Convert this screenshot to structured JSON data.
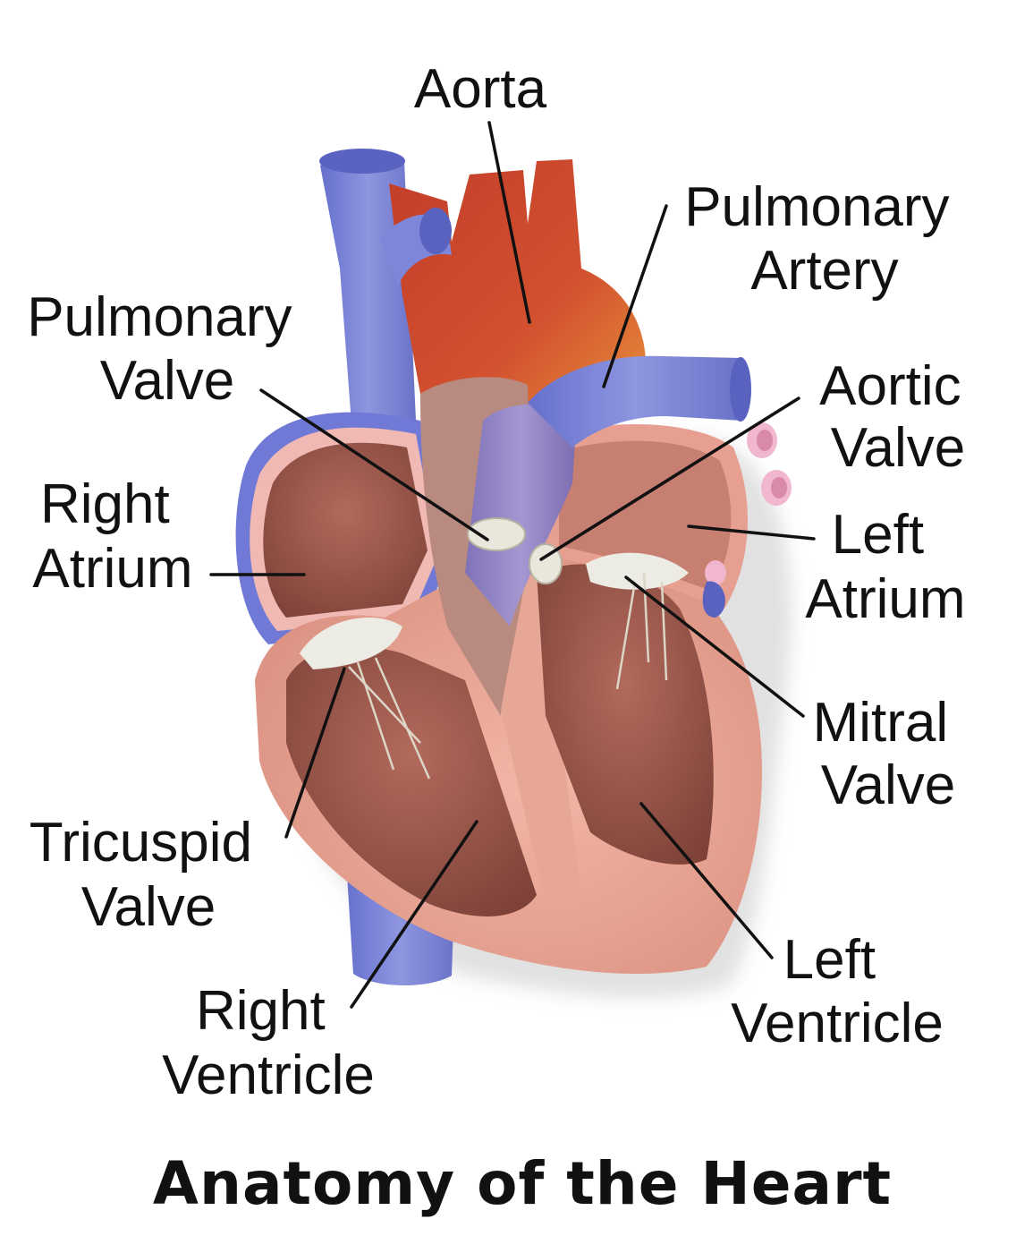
{
  "title": "Anatomy of the Heart",
  "labels": {
    "aorta": [
      "Aorta"
    ],
    "pulmonary_artery": [
      "Pulmonary",
      "Artery"
    ],
    "pulmonary_valve": [
      "Pulmonary",
      "Valve"
    ],
    "aortic_valve": [
      "Aortic",
      "Valve"
    ],
    "right_atrium": [
      "Right",
      "Atrium"
    ],
    "left_atrium": [
      "Left",
      "Atrium"
    ],
    "mitral_valve": [
      "Mitral",
      "Valve"
    ],
    "tricuspid_valve": [
      "Tricuspid",
      "Valve"
    ],
    "right_ventricle": [
      "Right",
      "Ventricle"
    ],
    "left_ventricle": [
      "Left",
      "Ventricle"
    ]
  },
  "colors": {
    "vein_blue": "#7d86d8",
    "vein_blue_dark": "#5a62c0",
    "aorta_red": "#c8462f",
    "aorta_orange": "#e07a2c",
    "muscle_pink": "#e8a394",
    "chamber_inner": "#a45c50",
    "chamber_dark": "#8a4a40",
    "valve_white": "#e9e6dc",
    "pulmonary_vein_pink": "#f1b7cf"
  }
}
